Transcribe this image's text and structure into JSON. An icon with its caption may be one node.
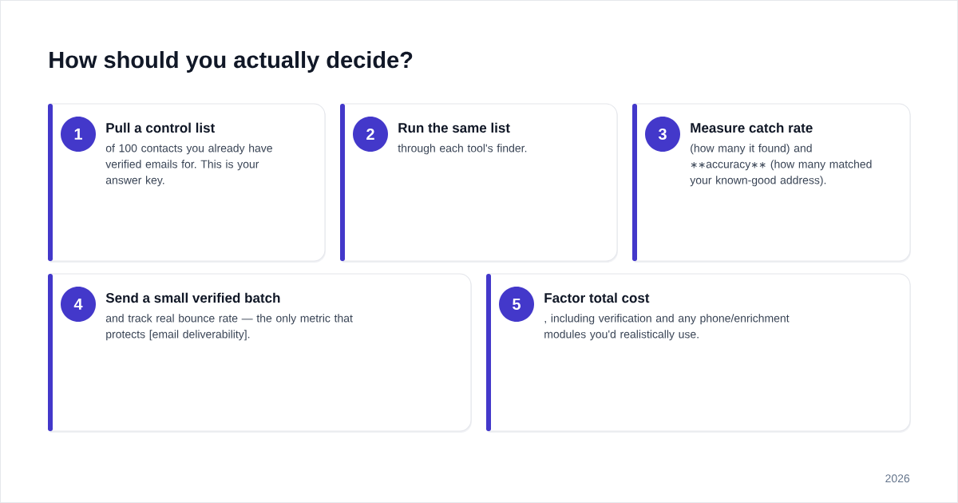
{
  "diagram": {
    "title": "How should you actually decide?",
    "nodes": [
      {
        "text": [
          "Pull a control list",
          "of 100 contacts you already have verified emails for. This is your answer key."
        ]
      },
      {
        "text": [
          "1"
        ],
        "in": 0
      },
      {
        "text": [
          "Run the same list",
          "through each tool's finder."
        ]
      },
      {
        "text": [
          "2"
        ],
        "in": 2
      },
      {
        "text": [
          "Measure catch rate",
          "(how many it found) and ∗∗accuracy∗∗ (how many matched your known-good address)."
        ]
      },
      {
        "text": [
          "3"
        ],
        "in": 4
      },
      {
        "text": [
          "Send a small verified batch",
          "and track real bounce rate — the only metric that protects [email deliverability]."
        ]
      },
      {
        "text": [
          "4"
        ],
        "in": 6
      },
      {
        "text": [
          "Factor total cost",
          ", including verification and any phone/enrichment modules you'd realistically use."
        ]
      },
      {
        "text": [
          "5"
        ],
        "in": 8
      }
    ],
    "labels": [
      "2026"
    ]
  }
}
